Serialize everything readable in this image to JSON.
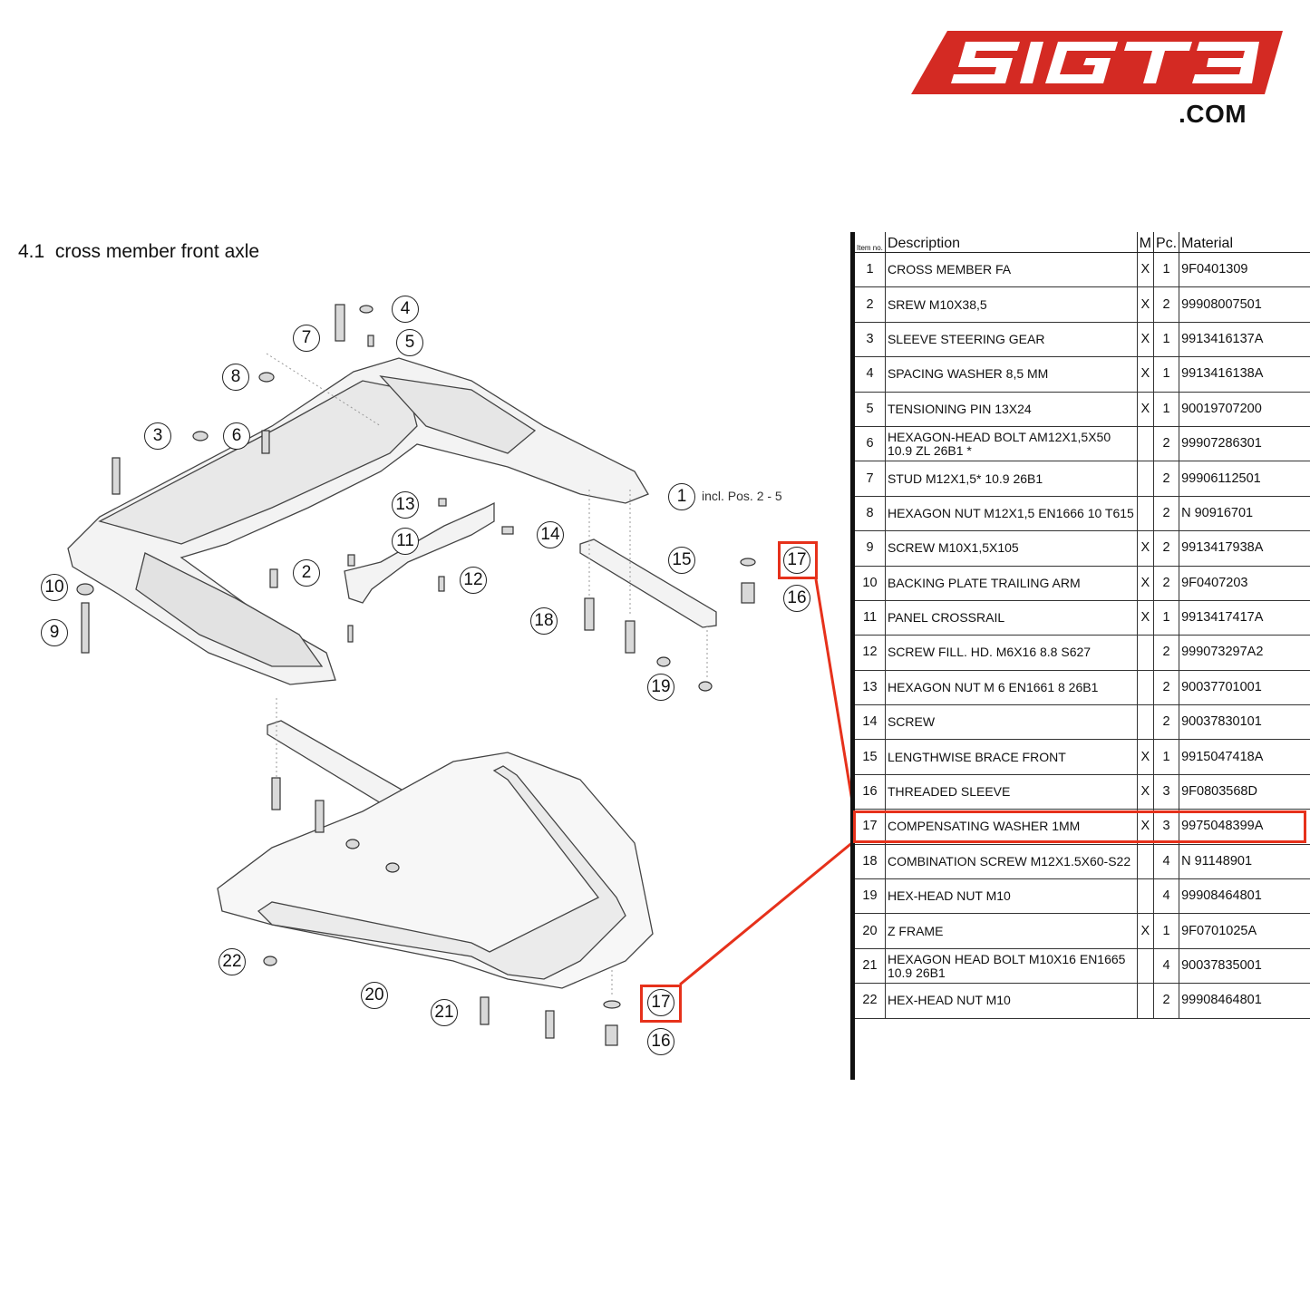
{
  "brand": {
    "logo_text": "SIGT3",
    "domain_suffix": ".COM",
    "logo_color": "#d42a23"
  },
  "section": {
    "number": "4.1",
    "title": "cross member front axle"
  },
  "diagram": {
    "callouts": [
      "1",
      "2",
      "3",
      "4",
      "5",
      "6",
      "7",
      "8",
      "9",
      "10",
      "11",
      "12",
      "13",
      "14",
      "15",
      "16",
      "16",
      "17",
      "17",
      "18",
      "19",
      "20",
      "21",
      "22"
    ],
    "callout_1_note": "incl. Pos. 2 - 5",
    "highlighted_item": "17",
    "highlight_color": "#e6311b"
  },
  "table": {
    "headers": {
      "item_no": "Item no.",
      "description": "Description",
      "m": "M",
      "pc": "Pc.",
      "material": "Material"
    },
    "rows": [
      {
        "no": "1",
        "desc": "CROSS MEMBER FA",
        "m": "X",
        "pc": "1",
        "mat": "9F0401309"
      },
      {
        "no": "2",
        "desc": "SREW M10X38,5",
        "m": "X",
        "pc": "2",
        "mat": "99908007501"
      },
      {
        "no": "3",
        "desc": "SLEEVE STEERING GEAR",
        "m": "X",
        "pc": "1",
        "mat": "9913416137A"
      },
      {
        "no": "4",
        "desc": "SPACING WASHER 8,5 MM",
        "m": "X",
        "pc": "1",
        "mat": "9913416138A"
      },
      {
        "no": "5",
        "desc": "TENSIONING PIN 13X24",
        "m": "X",
        "pc": "1",
        "mat": "90019707200"
      },
      {
        "no": "6",
        "desc": "HEXAGON-HEAD BOLT AM12X1,5X50 10.9 ZL 26B1 *",
        "m": "",
        "pc": "2",
        "mat": "99907286301"
      },
      {
        "no": "7",
        "desc": "STUD M12X1,5* 10.9 26B1",
        "m": "",
        "pc": "2",
        "mat": "99906112501"
      },
      {
        "no": "8",
        "desc": "HEXAGON NUT M12X1,5 EN1666 10 T615",
        "m": "",
        "pc": "2",
        "mat": "N 90916701"
      },
      {
        "no": "9",
        "desc": "SCREW M10X1,5X105",
        "m": "X",
        "pc": "2",
        "mat": "9913417938A"
      },
      {
        "no": "10",
        "desc": "BACKING PLATE TRAILING ARM",
        "m": "X",
        "pc": "2",
        "mat": "9F0407203"
      },
      {
        "no": "11",
        "desc": "PANEL CROSSRAIL",
        "m": "X",
        "pc": "1",
        "mat": "9913417417A"
      },
      {
        "no": "12",
        "desc": "SCREW FILL. HD. M6X16 8.8 S627",
        "m": "",
        "pc": "2",
        "mat": "999073297A2"
      },
      {
        "no": "13",
        "desc": "HEXAGON NUT M 6 EN1661 8 26B1",
        "m": "",
        "pc": "2",
        "mat": "90037701001"
      },
      {
        "no": "14",
        "desc": "SCREW",
        "m": "",
        "pc": "2",
        "mat": "90037830101"
      },
      {
        "no": "15",
        "desc": "LENGTHWISE BRACE FRONT",
        "m": "X",
        "pc": "1",
        "mat": "9915047418A"
      },
      {
        "no": "16",
        "desc": "THREADED SLEEVE",
        "m": "X",
        "pc": "3",
        "mat": "9F0803568D"
      },
      {
        "no": "17",
        "desc": "COMPENSATING WASHER 1MM",
        "m": "X",
        "pc": "3",
        "mat": "9975048399A"
      },
      {
        "no": "18",
        "desc": "COMBINATION SCREW M12X1.5X60-S22",
        "m": "",
        "pc": "4",
        "mat": "N 91148901"
      },
      {
        "no": "19",
        "desc": "HEX-HEAD NUT M10",
        "m": "",
        "pc": "4",
        "mat": "99908464801"
      },
      {
        "no": "20",
        "desc": "Z FRAME",
        "m": "X",
        "pc": "1",
        "mat": "9F0701025A"
      },
      {
        "no": "21",
        "desc": "HEXAGON HEAD BOLT M10X16 EN1665 10.9 26B1",
        "m": "",
        "pc": "4",
        "mat": "90037835001"
      },
      {
        "no": "22",
        "desc": "HEX-HEAD NUT M10",
        "m": "",
        "pc": "2",
        "mat": "99908464801"
      }
    ]
  }
}
